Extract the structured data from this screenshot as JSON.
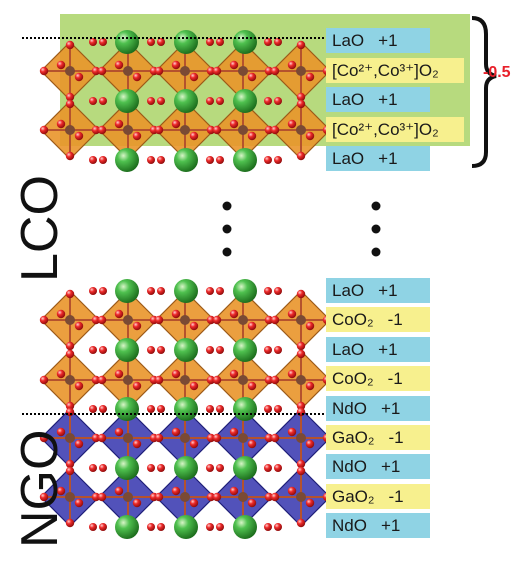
{
  "substrate_label": "NGO",
  "film_label": "LCO",
  "interface_charge_note": "-0.5",
  "top_layers": [
    {
      "name": "LaO",
      "charge": "+1",
      "type": "cyan"
    },
    {
      "name": "[Co²⁺,Co³⁺]O₂",
      "charge": "",
      "type": "yellow"
    },
    {
      "name": "LaO",
      "charge": "+1",
      "type": "cyan"
    },
    {
      "name": "[Co²⁺,Co³⁺]O₂",
      "charge": "",
      "type": "yellow"
    },
    {
      "name": "LaO",
      "charge": "+1",
      "type": "cyan"
    }
  ],
  "bottom_layers": [
    {
      "name": "LaO",
      "charge": "+1",
      "type": "cyan"
    },
    {
      "name": "CoO₂",
      "charge": "-1",
      "type": "yellow"
    },
    {
      "name": "LaO",
      "charge": "+1",
      "type": "cyan"
    },
    {
      "name": "CoO₂",
      "charge": "-1",
      "type": "yellow"
    },
    {
      "name": "NdO",
      "charge": "+1",
      "type": "cyan"
    },
    {
      "name": "GaO₂",
      "charge": "-1",
      "type": "yellow"
    },
    {
      "name": "NdO",
      "charge": "+1",
      "type": "cyan"
    },
    {
      "name": "GaO₂",
      "charge": "-1",
      "type": "yellow"
    },
    {
      "name": "NdO",
      "charge": "+1",
      "type": "cyan"
    }
  ],
  "colors": {
    "surface_region": "#b7da7e",
    "octahedron_film": "#e9952a",
    "octahedron_substrate": "#3f3fb3",
    "cation_sphere": "#2f9a2f",
    "oxygen": "#e21b1b",
    "cyan_tag": "#8fd3e4",
    "yellow_tag": "#f7f08e",
    "charge_note": "#e8202a"
  }
}
